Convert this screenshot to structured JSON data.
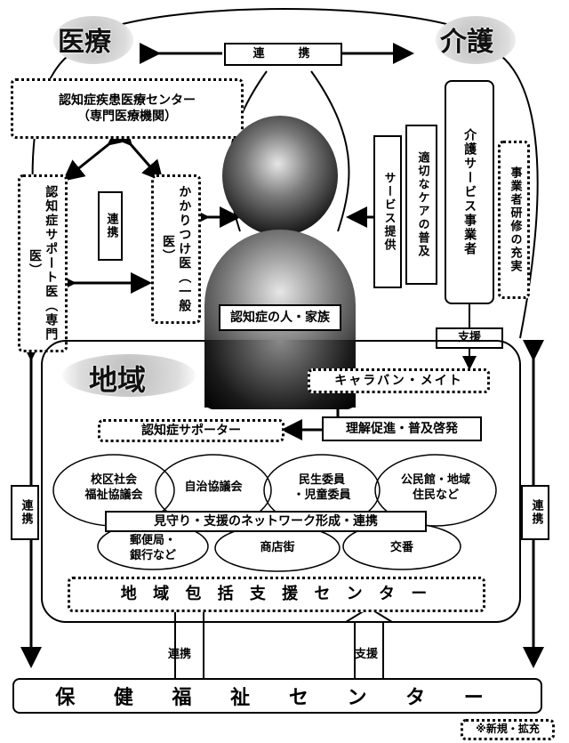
{
  "hubs": {
    "iryo": "医療",
    "kaigo": "介護",
    "chiiki": "地域"
  },
  "top_link": "連　　携",
  "medical": {
    "center": "認知症疾患医療センター\n（専門医療機関）",
    "support_doctor": "認知症サポート医（専門医）",
    "family_doctor": "かかりつけ医（一般医）",
    "link": "連携"
  },
  "care": {
    "provider": "介護サービス事業者",
    "training": "事業者研修の充実",
    "appropriate_care": "適切なケアの普及",
    "service": "サービス提供",
    "support": "支援"
  },
  "person": "認知症の人・家族",
  "region": {
    "caravan": "キャラバン・メイト",
    "supporter": "認知症サポーター",
    "promotion": "理解促進・普及啓発",
    "groups_top": [
      "校区社会\n福祉協議会",
      "自治協議会",
      "民生委員\n・児童委員",
      "公民館・地域\n住民など"
    ],
    "network": "見守り・支援のネットワーク形成・連携",
    "groups_bottom": [
      "郵便局・\n銀行など",
      "商店街",
      "交番"
    ],
    "center": "地 域 包 括 支 援 セ ン タ ー",
    "left_link": "連携",
    "right_link": "連携"
  },
  "bottom": {
    "link": "連携",
    "support": "支援",
    "center": "保 健 福 祉 セ ン タ ー"
  },
  "note": "※新規・拡充"
}
